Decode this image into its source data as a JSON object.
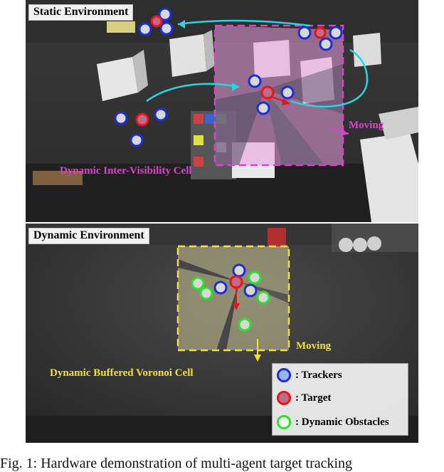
{
  "top_panel": {
    "title": "Static Environment",
    "cell_label": "Dynamic Inter-Visibility Cell",
    "moving_label": "Moving",
    "colors": {
      "cell": "#e040d0",
      "tracker": "#1a2fd6",
      "target": "#e01818",
      "path": "#2ad4e0"
    }
  },
  "bottom_panel": {
    "title": "Dynamic Environment",
    "cell_label": "Dynamic Buffered Voronoi Cell",
    "moving_label": "Moving",
    "colors": {
      "cell": "#f2e03a",
      "obstacle": "#2ee02e"
    }
  },
  "legend": {
    "items": [
      {
        "label": ": Trackers",
        "color": "#1a2fd6",
        "fill": "#9ab4f0"
      },
      {
        "label": ": Target",
        "color": "#e01818",
        "fill": "#c06a8a"
      },
      {
        "label": ": Dynamic Obstacles",
        "color": "#2ee02e",
        "fill": "#ffffff"
      }
    ]
  },
  "caption": "Fig. 1: Hardware demonstration of multi-agent target tracking"
}
